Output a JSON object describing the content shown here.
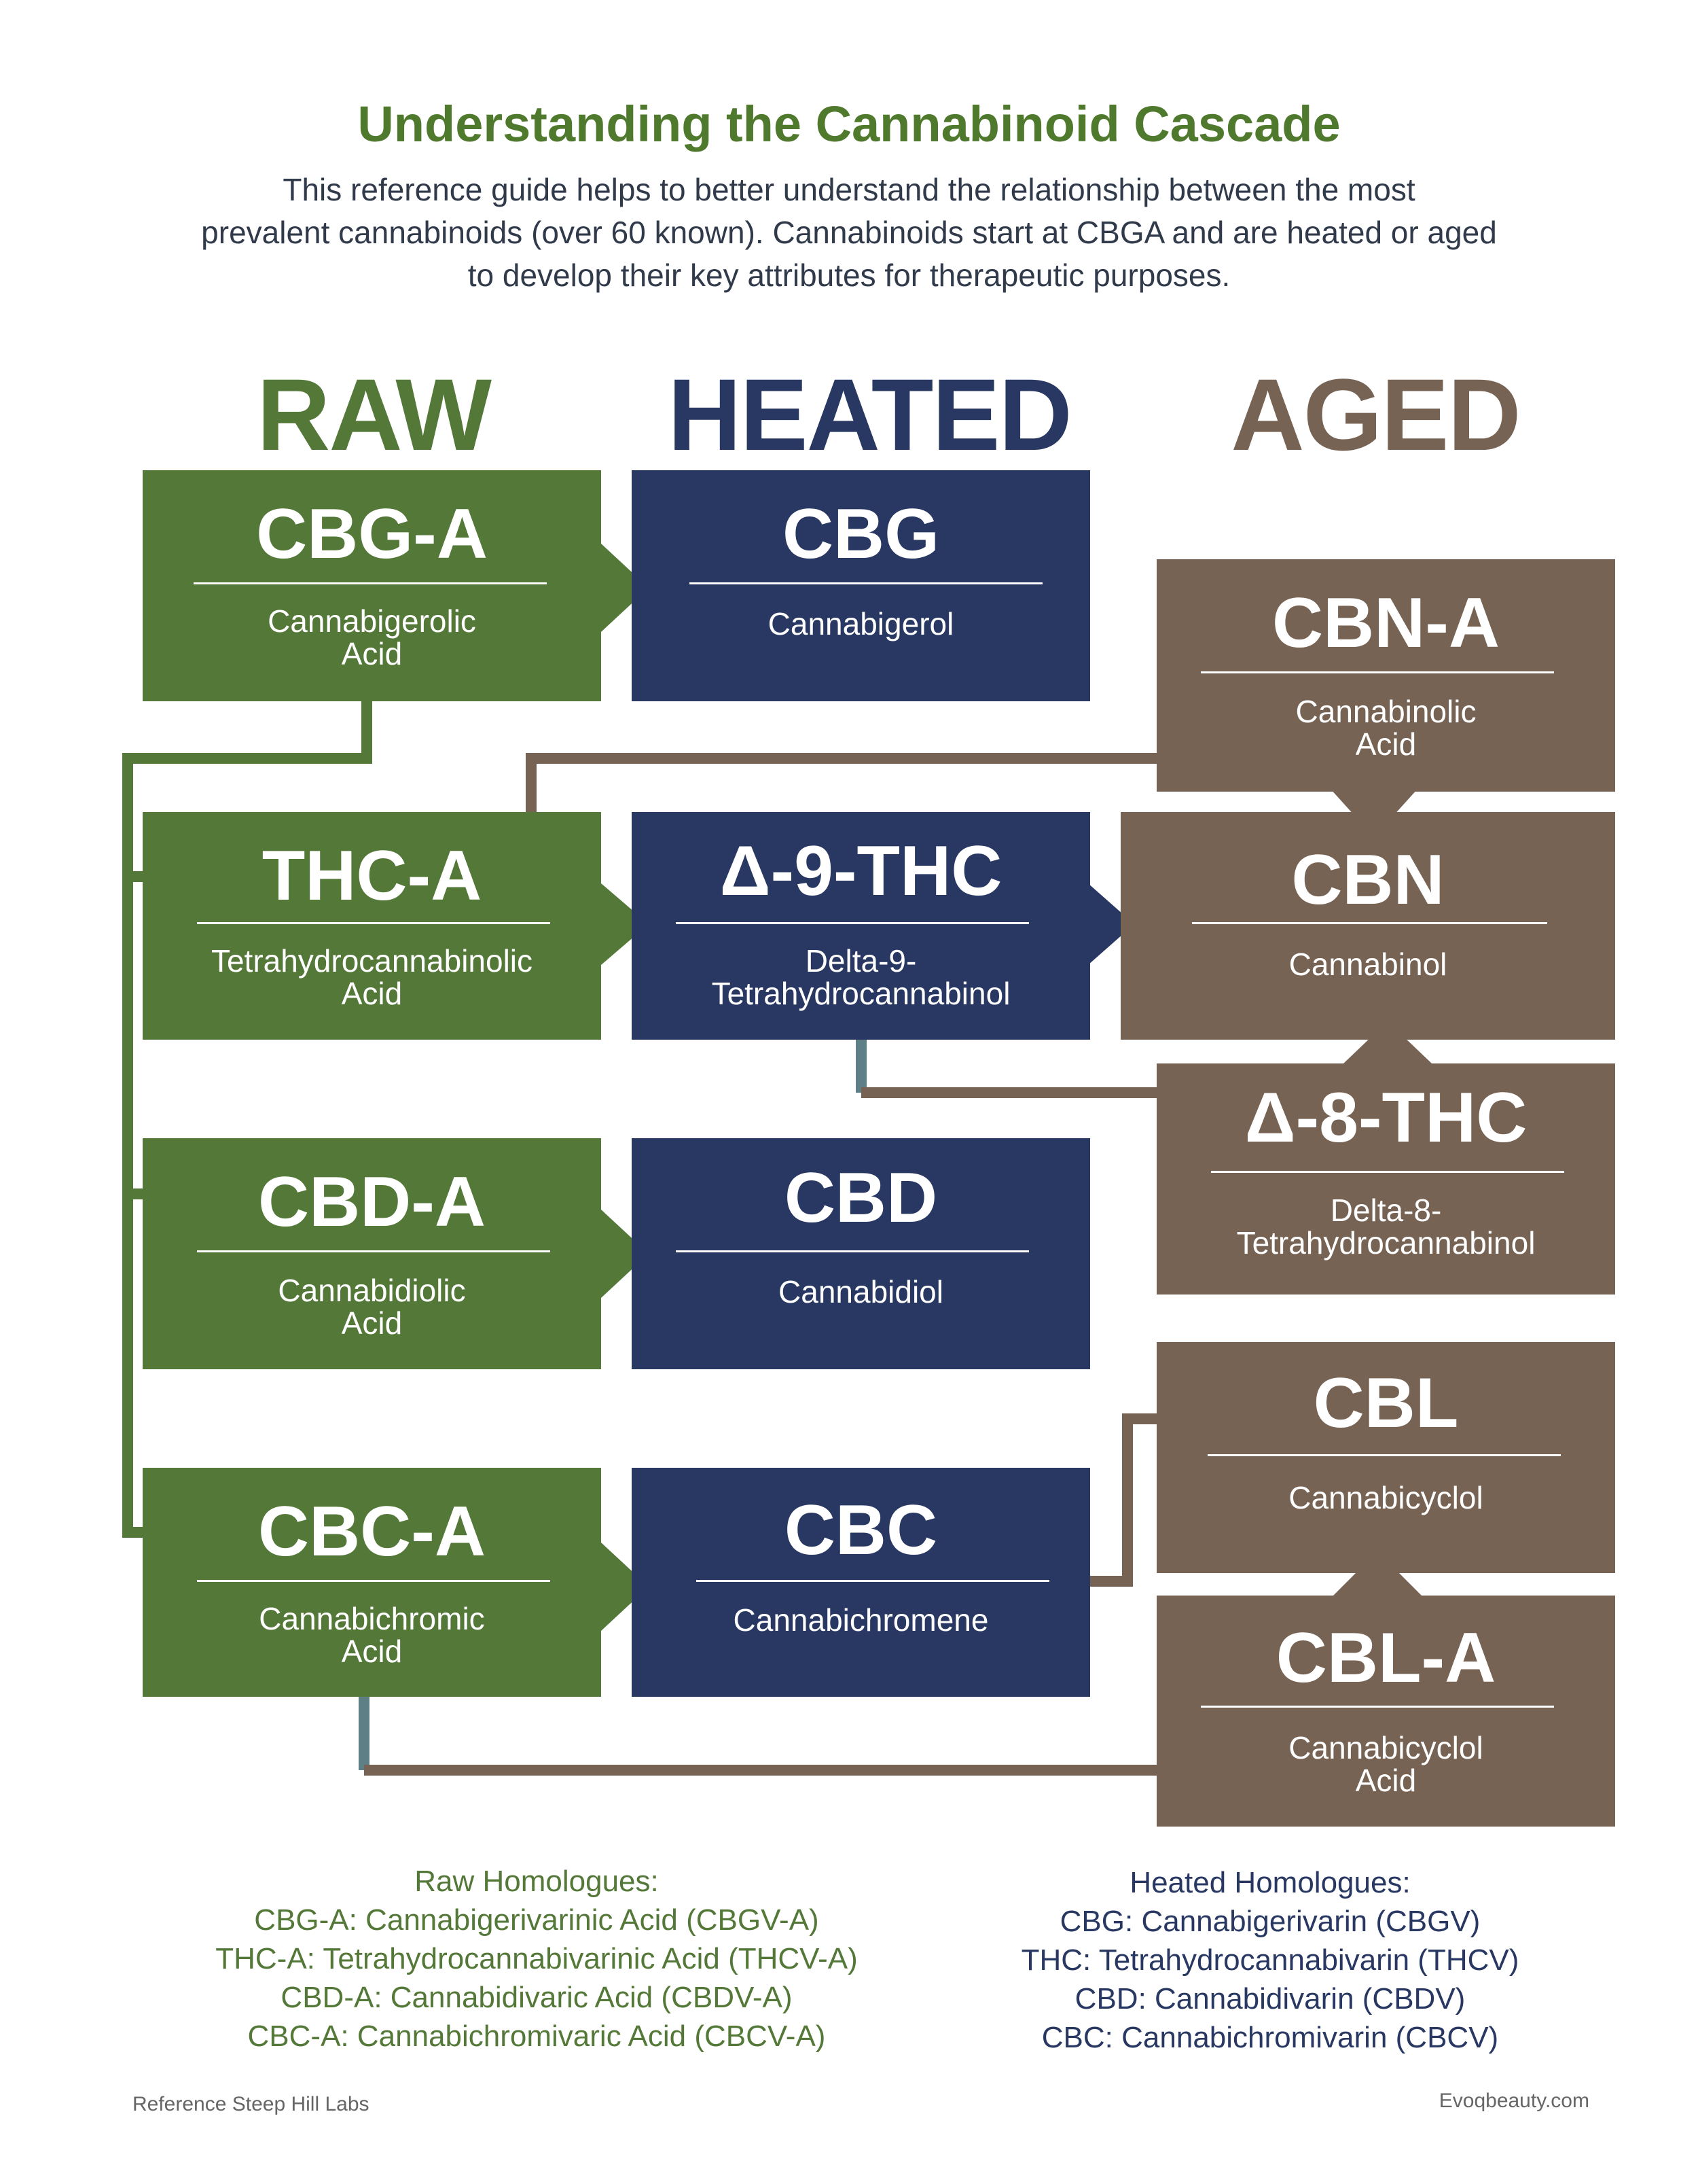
{
  "title": "Understanding the Cannabinoid Cascade",
  "intro": [
    "This reference guide helps to better understand the relationship between the most",
    "prevalent cannabinoids (over 60 known). Cannabinoids start at CBGA and are heated or aged",
    "to develop their key attributes for therapeutic purposes."
  ],
  "colors": {
    "raw": "#547838",
    "heated": "#283862",
    "aged": "#776354",
    "title": "#4f7a2e",
    "link_blue_gray": "#5f7f86"
  },
  "columns": {
    "raw": "RAW",
    "heated": "HEATED",
    "aged": "AGED"
  },
  "raw": {
    "cbga": {
      "abbr": "CBG-A",
      "name": [
        "Cannabigerolic",
        "Acid"
      ]
    },
    "thca": {
      "abbr": "THC-A",
      "name": [
        "Tetrahydrocannabinolic",
        "Acid"
      ]
    },
    "cbda": {
      "abbr": "CBD-A",
      "name": [
        "Cannabidiolic",
        "Acid"
      ]
    },
    "cbca": {
      "abbr": "CBC-A",
      "name": [
        "Cannabichromic",
        "Acid"
      ]
    }
  },
  "heated": {
    "cbg": {
      "abbr": "CBG",
      "name": [
        "Cannabigerol"
      ]
    },
    "d9thc": {
      "abbr": "Δ-9-THC",
      "name": [
        "Delta-9-",
        "Tetrahydrocannabinol"
      ]
    },
    "cbd": {
      "abbr": "CBD",
      "name": [
        "Cannabidiol"
      ]
    },
    "cbc": {
      "abbr": "CBC",
      "name": [
        "Cannabichromene"
      ]
    }
  },
  "aged": {
    "cbna": {
      "abbr": "CBN-A",
      "name": [
        "Cannabinolic",
        "Acid"
      ]
    },
    "cbn": {
      "abbr": "CBN",
      "name": [
        "Cannabinol"
      ]
    },
    "d8thc": {
      "abbr": "Δ-8-THC",
      "name": [
        "Delta-8-",
        "Tetrahydrocannabinol"
      ]
    },
    "cbl": {
      "abbr": "CBL",
      "name": [
        "Cannabicyclol"
      ]
    },
    "cbla": {
      "abbr": "CBL-A",
      "name": [
        "Cannabicyclol",
        "Acid"
      ]
    }
  },
  "homologues": {
    "raw": {
      "heading": "Raw Homologues:",
      "items": [
        "CBG-A: Cannabigerivarinic Acid (CBGV-A)",
        "THC-A: Tetrahydrocannabivarinic Acid (THCV-A)",
        "CBD-A: Cannabidivaric Acid (CBDV-A)",
        "CBC-A: Cannabichromivaric Acid (CBCV-A)"
      ]
    },
    "heated": {
      "heading": "Heated Homologues:",
      "items": [
        "CBG: Cannabigerivarin (CBGV)",
        "THC: Tetrahydrocannabivarin (THCV)",
        "CBD: Cannabidivarin (CBDV)",
        "CBC: Cannabichromivarin (CBCV)"
      ]
    }
  },
  "footer": {
    "reference": "Reference Steep Hill Labs",
    "site": "Evoqbeauty.com"
  }
}
